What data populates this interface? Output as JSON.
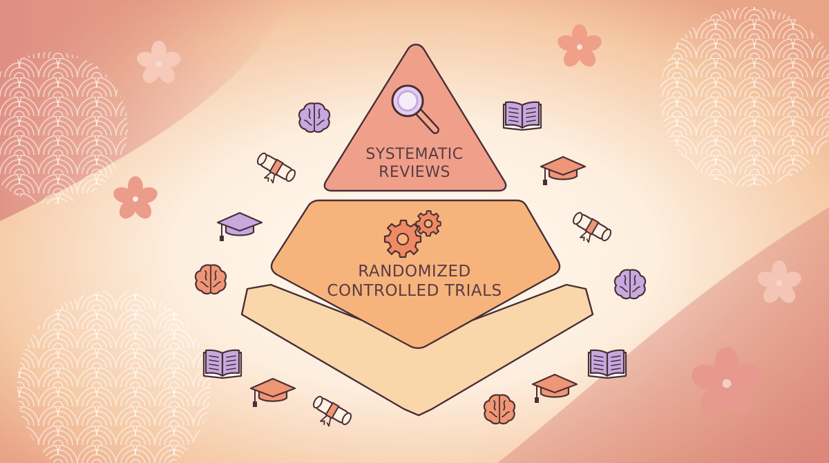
{
  "pyramid": {
    "top_tier": {
      "line1": "SYSTEMATIC",
      "line2": "REVIEWS",
      "icon": "magnifier-icon"
    },
    "middle_tier": {
      "line1": "RANDOMIZED",
      "line2": "CONTROLLED TRIALS",
      "icon": "gears-icon"
    },
    "bottom_tier": {
      "line1": "",
      "line2": ""
    }
  },
  "decorations": {
    "icons": [
      "brain-icon",
      "open-book-icon",
      "diploma-scroll-icon",
      "graduation-cap-icon",
      "cherry-blossom-icon",
      "seigaiha-wave-pattern"
    ]
  },
  "colors": {
    "top_tier": "#f0a08a",
    "middle_tier": "#f6b47c",
    "bottom_tier": "#f9d7ab",
    "outline": "#4a2e36",
    "text": "#5a3b45",
    "lavender": "#c7a9e0",
    "coral": "#ee9675",
    "blossom": "#eda695"
  }
}
